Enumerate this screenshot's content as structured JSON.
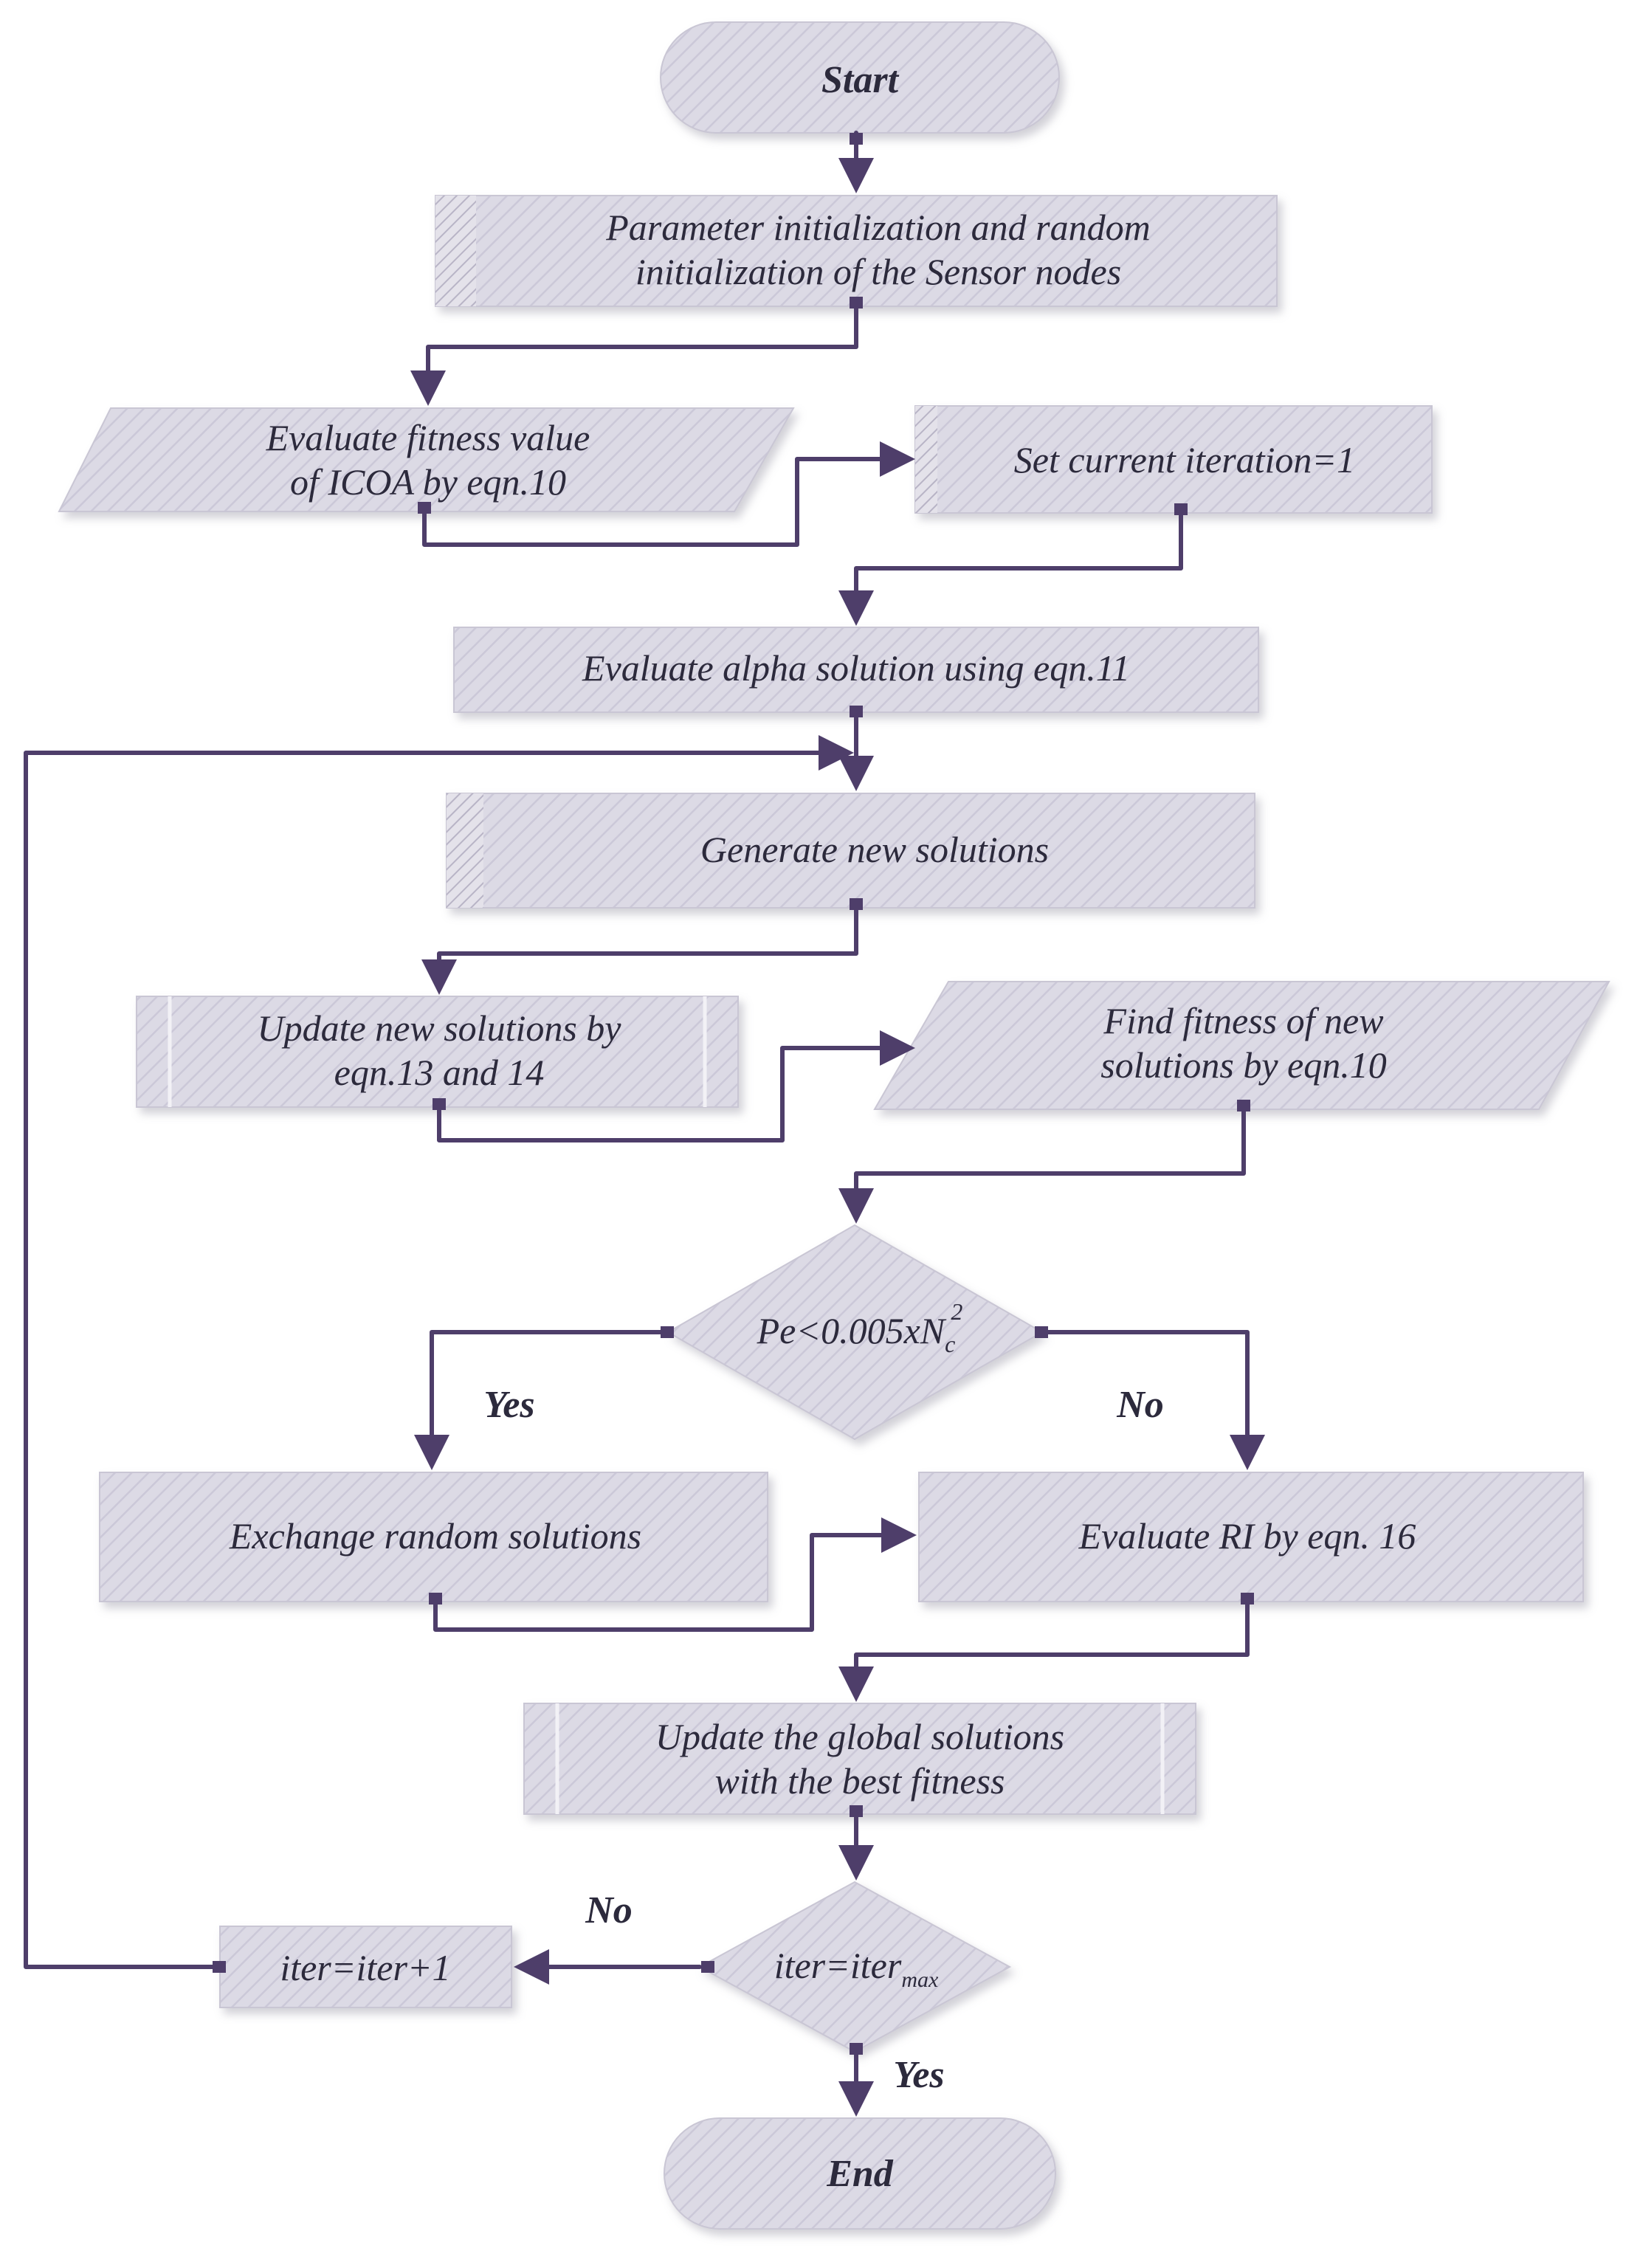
{
  "nodes": {
    "start": "Start",
    "init": [
      "Parameter initialization and random",
      "initialization of the Sensor nodes"
    ],
    "eval_fitness": [
      "Evaluate fitness value",
      "of ICOA by eqn.10"
    ],
    "set_iter": "Set current iteration=1",
    "eval_alpha": "Evaluate alpha solution using eqn.11",
    "generate": "Generate new solutions",
    "update_new": [
      "Update new solutions by",
      "eqn.13 and 14"
    ],
    "find_fitness": [
      "Find fitness of new",
      "solutions by eqn.10"
    ],
    "decision_pe": {
      "base": "Pe<0.005xN",
      "sub": "c",
      "sup": "2"
    },
    "exchange": "Exchange random solutions",
    "eval_ri": "Evaluate RI by eqn. 16",
    "update_global": [
      "Update the global solutions",
      "with the best fitness"
    ],
    "decision_iter": {
      "base": "iter=iter",
      "sub": "max"
    },
    "increment": "iter=iter+1",
    "end": "End"
  },
  "edge_labels": {
    "pe_yes": "Yes",
    "pe_no": "No",
    "iter_no": "No",
    "iter_yes": "Yes"
  },
  "colors": {
    "shape_fill": "#dcdae5",
    "hatch_line": "#c4c0d2",
    "connector": "#4e3e6a"
  }
}
